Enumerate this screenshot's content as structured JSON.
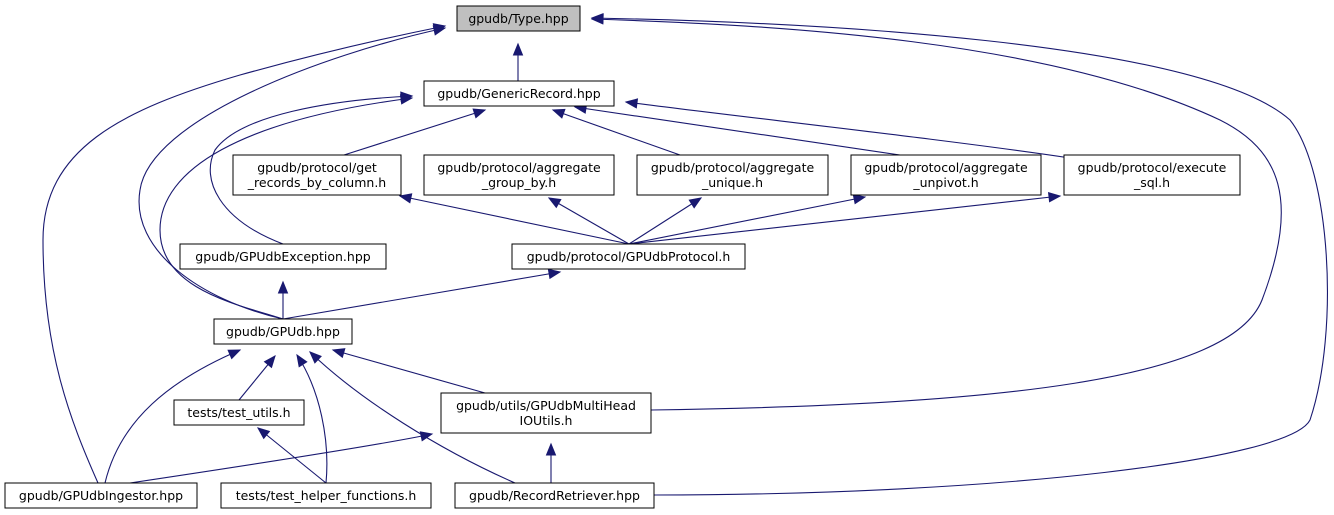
{
  "diagram": {
    "nodes": [
      {
        "id": "type",
        "lines": [
          "gpudb/Type.hpp"
        ],
        "highlighted": true
      },
      {
        "id": "generic",
        "lines": [
          "gpudb/GenericRecord.hpp"
        ]
      },
      {
        "id": "getrec",
        "lines": [
          "gpudb/protocol/get",
          "_records_by_column.h"
        ]
      },
      {
        "id": "agg_group",
        "lines": [
          "gpudb/protocol/aggregate",
          "_group_by.h"
        ]
      },
      {
        "id": "agg_unique",
        "lines": [
          "gpudb/protocol/aggregate",
          "_unique.h"
        ]
      },
      {
        "id": "agg_unpivot",
        "lines": [
          "gpudb/protocol/aggregate",
          "_unpivot.h"
        ]
      },
      {
        "id": "exec_sql",
        "lines": [
          "gpudb/protocol/execute",
          "_sql.h"
        ]
      },
      {
        "id": "gpudb_exc",
        "lines": [
          "gpudb/GPUdbException.hpp"
        ]
      },
      {
        "id": "gpudb_proto",
        "lines": [
          "gpudb/protocol/GPUdbProtocol.h"
        ]
      },
      {
        "id": "gpudb",
        "lines": [
          "gpudb/GPUdb.hpp"
        ]
      },
      {
        "id": "test_utils",
        "lines": [
          "tests/test_utils.h"
        ]
      },
      {
        "id": "multihead",
        "lines": [
          "gpudb/utils/GPUdbMultiHead",
          "IOUtils.h"
        ]
      },
      {
        "id": "ingestor",
        "lines": [
          "gpudb/GPUdbIngestor.hpp"
        ]
      },
      {
        "id": "test_helper",
        "lines": [
          "tests/test_helper_functions.h"
        ]
      },
      {
        "id": "retriever",
        "lines": [
          "gpudb/RecordRetriever.hpp"
        ]
      }
    ]
  }
}
